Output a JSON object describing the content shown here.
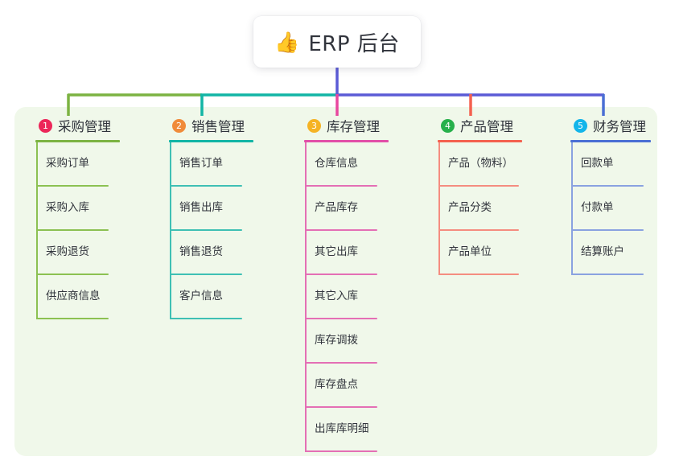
{
  "root": {
    "icon": "thumbs-up-emoji",
    "emoji": "👍",
    "title": "ERP 后台"
  },
  "palette": {
    "panel_bg": "#f0f8ea",
    "card_bg": "#ffffff",
    "text": "#31343c",
    "trunk": "#5b5bd6",
    "bus_green": "#7cb342",
    "bus_teal": "#12b5a5",
    "bus_purple": "#5b5bd6"
  },
  "columns": [
    {
      "index": "1",
      "title": "采购管理",
      "badge_color": "#ec2659",
      "rule_color": "#7cb342",
      "line_color": "#8cc152",
      "drop_color": "#7cb342",
      "items": [
        "采购订单",
        "采购入库",
        "采购退货",
        "供应商信息"
      ]
    },
    {
      "index": "2",
      "title": "销售管理",
      "badge_color": "#f08b3a",
      "rule_color": "#12b5a5",
      "line_color": "#3fc0b4",
      "drop_color": "#12b5a5",
      "items": [
        "销售订单",
        "销售出库",
        "销售退货",
        "客户信息"
      ]
    },
    {
      "index": "3",
      "title": "库存管理",
      "badge_color": "#f5b324",
      "rule_color": "#e24fa8",
      "line_color": "#e46fb5",
      "drop_color": "#e8479f",
      "items": [
        "仓库信息",
        "产品库存",
        "其它出库",
        "其它入库",
        "库存调拨",
        "库存盘点",
        "出库库明细"
      ]
    },
    {
      "index": "4",
      "title": "产品管理",
      "badge_color": "#27b04b",
      "rule_color": "#f4614f",
      "line_color": "#f58d80",
      "drop_color": "#f4614f",
      "items": [
        "产品（物料）",
        "产品分类",
        "产品单位"
      ]
    },
    {
      "index": "5",
      "title": "财务管理",
      "badge_color": "#13b5ea",
      "rule_color": "#4a6fd4",
      "line_color": "#8aa2e0",
      "drop_color": "#4a6fd4",
      "items": [
        "回款单",
        "付款单",
        "结算账户"
      ]
    }
  ]
}
